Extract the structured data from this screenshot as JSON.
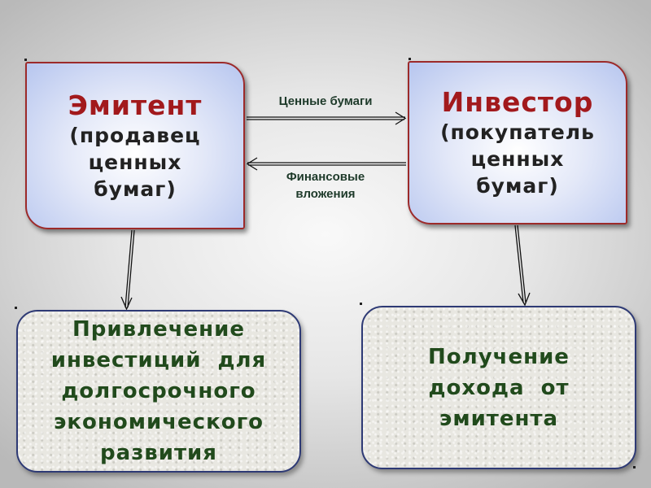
{
  "emitent": {
    "title": "Эмитент",
    "lines": [
      "(продавец",
      "ценных",
      "бумаг)"
    ]
  },
  "investor": {
    "title": "Инвестор",
    "lines": [
      "(покупатель",
      "ценных",
      "бумаг)"
    ]
  },
  "flows": {
    "securities": "Ценные бумаги",
    "investments": [
      "Финансовые",
      "вложения"
    ]
  },
  "outcomes": {
    "attract": [
      "Привлечение",
      "инвестиций  для",
      "долгосрочного",
      "экономического",
      "развития"
    ],
    "income": [
      "Получение",
      "дохода  от",
      "эмитента"
    ]
  },
  "colors": {
    "title": "#a2191c",
    "outcome_text": "#214a1c",
    "box_border": "#9c2a2a",
    "outcome_border": "#2e3a75"
  }
}
